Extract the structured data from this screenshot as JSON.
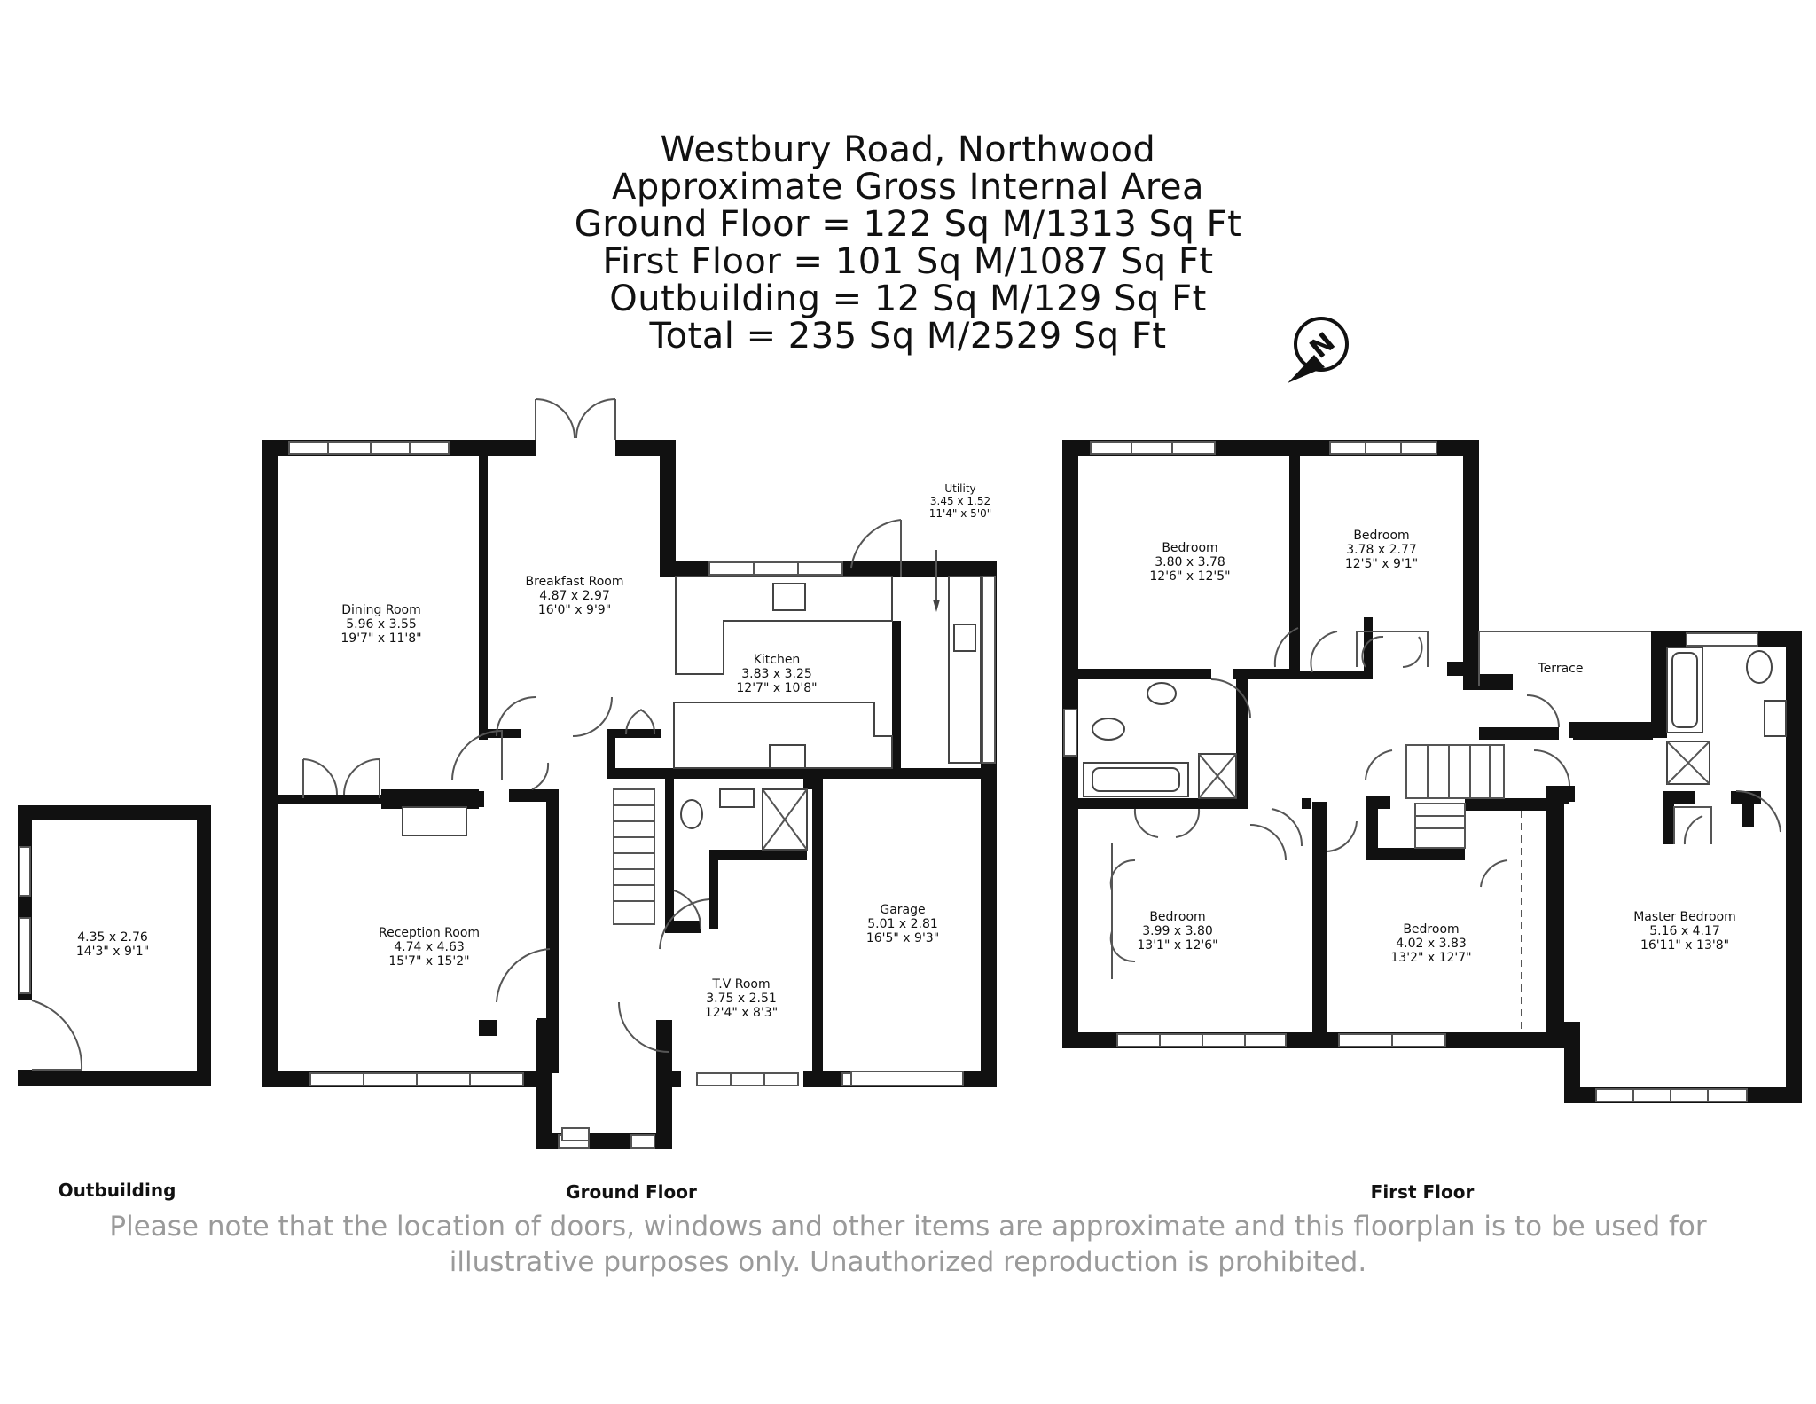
{
  "header": {
    "line1": "Westbury Road, Northwood",
    "line2": "Approximate Gross Internal Area",
    "line3": "Ground Floor = 122 Sq M/1313 Sq Ft",
    "line4": "First Floor = 101 Sq M/1087 Sq Ft",
    "line5": "Outbuilding = 12 Sq M/129 Sq Ft",
    "line6": "Total = 235 Sq M/2529 Sq Ft"
  },
  "compass": {
    "letter": "N"
  },
  "floors": {
    "outbuilding": "Outbuilding",
    "ground": "Ground Floor",
    "first": "First Floor"
  },
  "rooms": {
    "outbuilding": {
      "name": "",
      "metric": "4.35 x 2.76",
      "imperial": "14'3\" x 9'1\""
    },
    "dining": {
      "name": "Dining Room",
      "metric": "5.96 x 3.55",
      "imperial": "19'7\" x 11'8\""
    },
    "breakfast": {
      "name": "Breakfast Room",
      "metric": "4.87 x 2.97",
      "imperial": "16'0\" x 9'9\""
    },
    "kitchen": {
      "name": "Kitchen",
      "metric": "3.83 x 3.25",
      "imperial": "12'7\" x 10'8\""
    },
    "utility": {
      "name": "Utility",
      "metric": "3.45 x 1.52",
      "imperial": "11'4\" x 5'0\""
    },
    "reception": {
      "name": "Reception Room",
      "metric": "4.74 x 4.63",
      "imperial": "15'7\" x 15'2\""
    },
    "garage": {
      "name": "Garage",
      "metric": "5.01 x 2.81",
      "imperial": "16'5\" x 9'3\""
    },
    "tv": {
      "name": "T.V Room",
      "metric": "3.75 x 2.51",
      "imperial": "12'4\" x 8'3\""
    },
    "bed1": {
      "name": "Bedroom",
      "metric": "3.80 x 3.78",
      "imperial": "12'6\" x 12'5\""
    },
    "bed2": {
      "name": "Bedroom",
      "metric": "3.78 x 2.77",
      "imperial": "12'5\" x 9'1\""
    },
    "terrace": {
      "name": "Terrace"
    },
    "bed3": {
      "name": "Bedroom",
      "metric": "3.99 x 3.80",
      "imperial": "13'1\" x 12'6\""
    },
    "bed4": {
      "name": "Bedroom",
      "metric": "4.02 x 3.83",
      "imperial": "13'2\" x 12'7\""
    },
    "master": {
      "name": "Master Bedroom",
      "metric": "5.16 x 4.17",
      "imperial": "16'11\" x 13'8\""
    }
  },
  "disclaimer": "Please note that the location of doors, windows and other items are approximate and this floorplan is to be used for illustrative purposes only. Unauthorized reproduction is prohibited."
}
